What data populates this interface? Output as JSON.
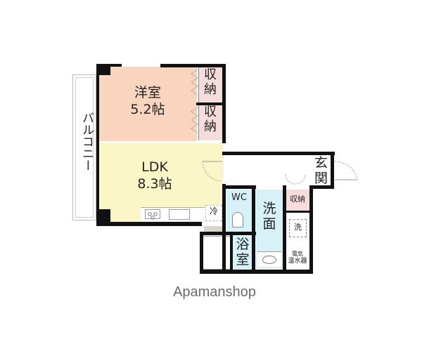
{
  "floorplan": {
    "colors": {
      "western_room": "#f9d5bf",
      "ldk": "#fbf6c8",
      "closet": "#f7dcdc",
      "water": "#d6f1f7",
      "wall": "#111111",
      "kitchen_gray": "#d9d5c8"
    },
    "rooms": {
      "western_room": {
        "name": "洋室",
        "size": "5.2帖"
      },
      "ldk": {
        "name": "LDK",
        "size": "8.3帖"
      },
      "closet_upper": {
        "label": "収納"
      },
      "closet_lower": {
        "label": "収納"
      },
      "closet_hall": {
        "label": "収納"
      },
      "entrance": {
        "label": "玄関"
      },
      "toilet": {
        "label": "WC"
      },
      "washroom": {
        "label": "洗面"
      },
      "bathroom": {
        "label": "浴室"
      },
      "fridge": {
        "label": "冷"
      },
      "washer": {
        "label": "洗"
      },
      "water_heater": {
        "label_line1": "電気",
        "label_line2": "温水器"
      },
      "balcony": {
        "label": "バルコニー"
      }
    }
  },
  "watermark": {
    "text": "Apamanshop"
  }
}
